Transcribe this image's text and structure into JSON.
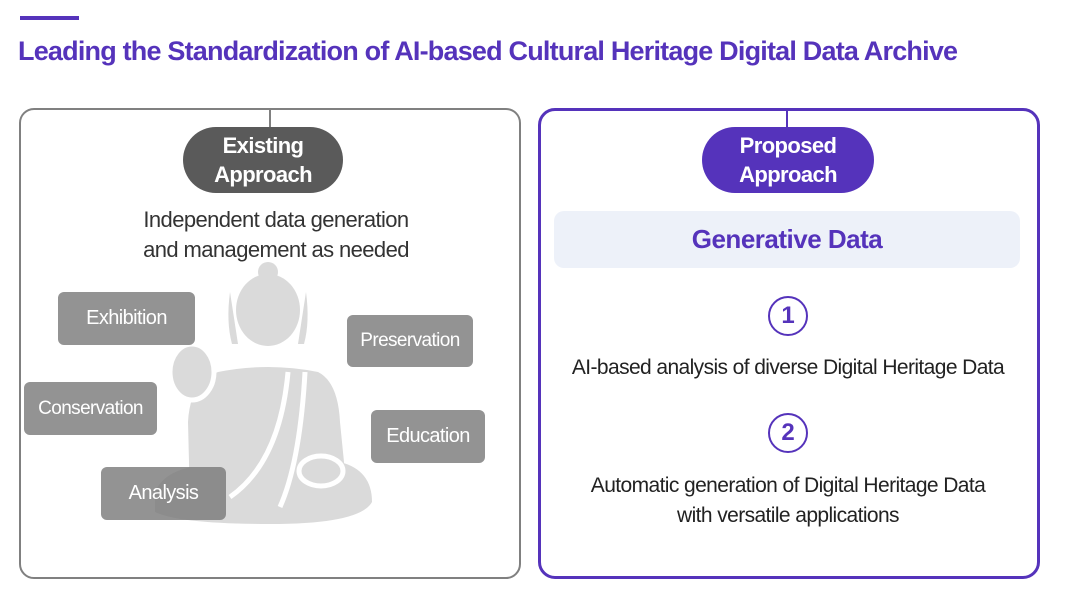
{
  "title": "Leading the Standardization of AI-based Cultural Heritage Digital Data Archive",
  "existing": {
    "label_line1": "Existing",
    "label_line2": "Approach",
    "desc_line1": "Independent data generation",
    "desc_line2": "and management as needed",
    "tags": [
      "Exhibition",
      "Preservation",
      "Conservation",
      "Education",
      "Analysis"
    ]
  },
  "proposed": {
    "label_line1": "Proposed",
    "label_line2": "Approach",
    "heading": "Generative Data",
    "items": [
      {
        "num": "1",
        "line1": "AI-based analysis of diverse Digital Heritage Data"
      },
      {
        "num": "2",
        "line1": "Automatic generation of Digital Heritage Data",
        "line2": "with versatile applications"
      }
    ]
  },
  "colors": {
    "accent": "#5533bb",
    "existing_pill": "#5a5a5a",
    "tag": "#939393",
    "statue": "#dadada"
  }
}
